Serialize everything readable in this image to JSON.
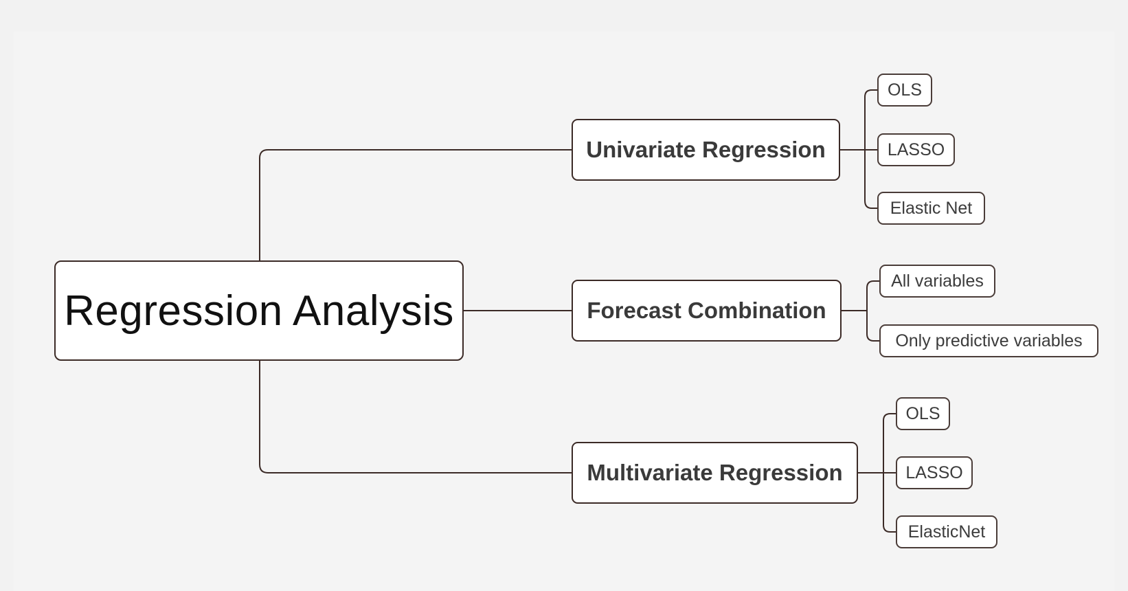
{
  "mindmap": {
    "root": {
      "label": "Regression Analysis"
    },
    "branches": [
      {
        "label": "Univariate Regression",
        "children": [
          "OLS",
          "LASSO",
          "Elastic Net"
        ]
      },
      {
        "label": "Forecast Combination",
        "children": [
          "All variables",
          "Only predictive variables"
        ]
      },
      {
        "label": "Multivariate Regression",
        "children": [
          "OLS",
          "LASSO",
          "ElasticNet"
        ]
      }
    ]
  },
  "colors": {
    "background": "#f2f2f2",
    "node_fill": "#ffffff",
    "line": "#3b2a26",
    "text": "#2a2a2a"
  }
}
